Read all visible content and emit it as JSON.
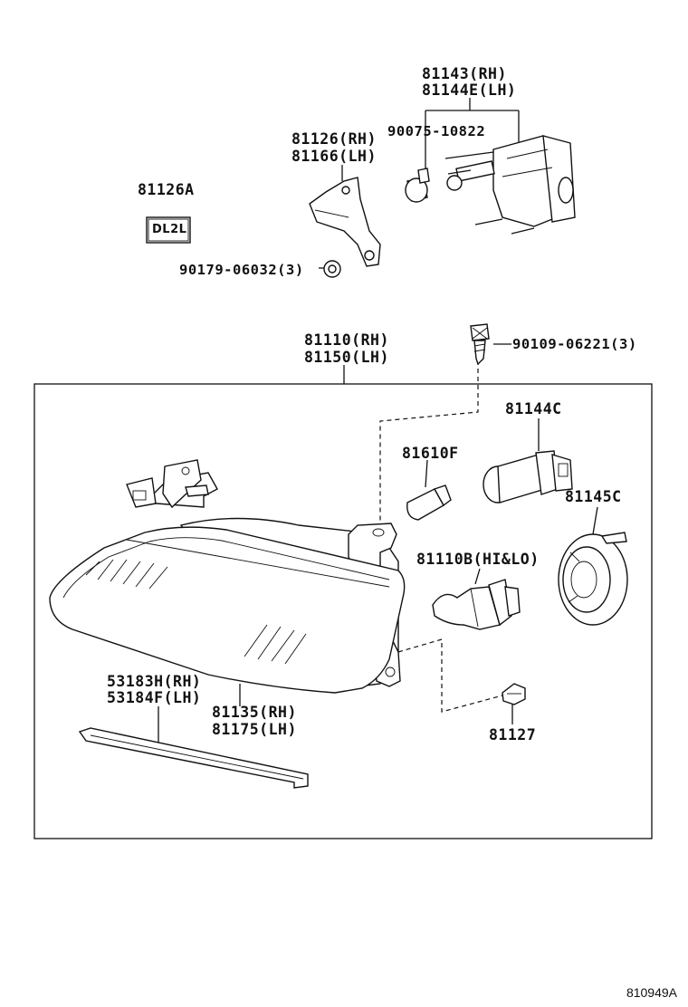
{
  "labels": {
    "p81143": "81143(RH)",
    "p81144e": "81144E(LH)",
    "p90075": "90075-10822",
    "p81126": "81126(RH)",
    "p81166": "81166(LH)",
    "p81126a": "81126A",
    "p90179": "90179-06032(3)",
    "p81110": "81110(RH)",
    "p81150": "81150(LH)",
    "p90109": "90109-06221(3)",
    "p81144c": "81144C",
    "p81610f": "81610F",
    "p81145c": "81145C",
    "p81110b": "81110B(HI&LO)",
    "p53183h": "53183H(RH)",
    "p53184f": "53184F(LH)",
    "p81135": "81135(RH)",
    "p81175": "81175(LH)",
    "p81127": "81127"
  },
  "label_tag": "DL2L",
  "figure_code": "810949A"
}
